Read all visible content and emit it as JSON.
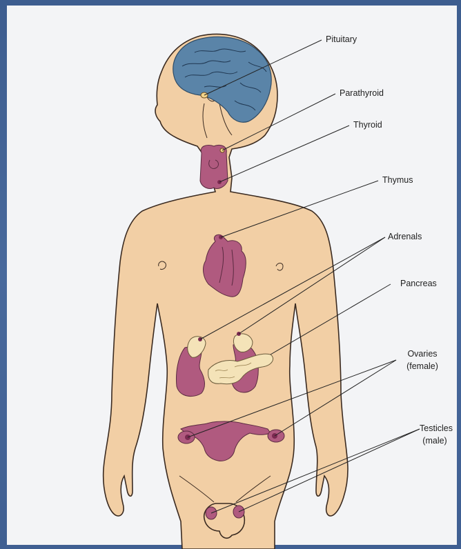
{
  "diagram": {
    "labels": {
      "pituitary": "Pituitary",
      "parathyroid": "Parathyroid",
      "thyroid": "Thyroid",
      "thymus": "Thymus",
      "adrenals": "Adrenals",
      "pancreas": "Pancreas",
      "ovaries": "Ovaries",
      "ovaries_note": "(female)",
      "testicles": "Testicles",
      "testicles_note": "(male)"
    },
    "colors": {
      "skin": "#f2cfa5",
      "outline": "#3a2a20",
      "brain": "#5a84a8",
      "gland": "#b05a7f",
      "pancreas": "#f4e3b8",
      "background": "#f3f4f6"
    }
  }
}
